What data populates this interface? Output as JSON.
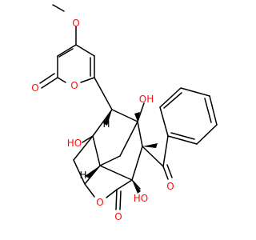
{
  "molecule": {
    "atom_labels": {
      "methoxy_o": "O",
      "pyranone_carbonyl_o": "O",
      "pyranone_ring_o": "O",
      "oh_top": "OH",
      "oh_left": "HO",
      "benzoyl_o": "O",
      "lactone_o": "O",
      "lactone_carbonyl_o": "O",
      "oh_bottom": "HO"
    },
    "h_labels": {
      "h1": "H",
      "h2": "H"
    }
  },
  "colors": {
    "bond": "#000000",
    "oxygen": "#ff0d0d"
  }
}
